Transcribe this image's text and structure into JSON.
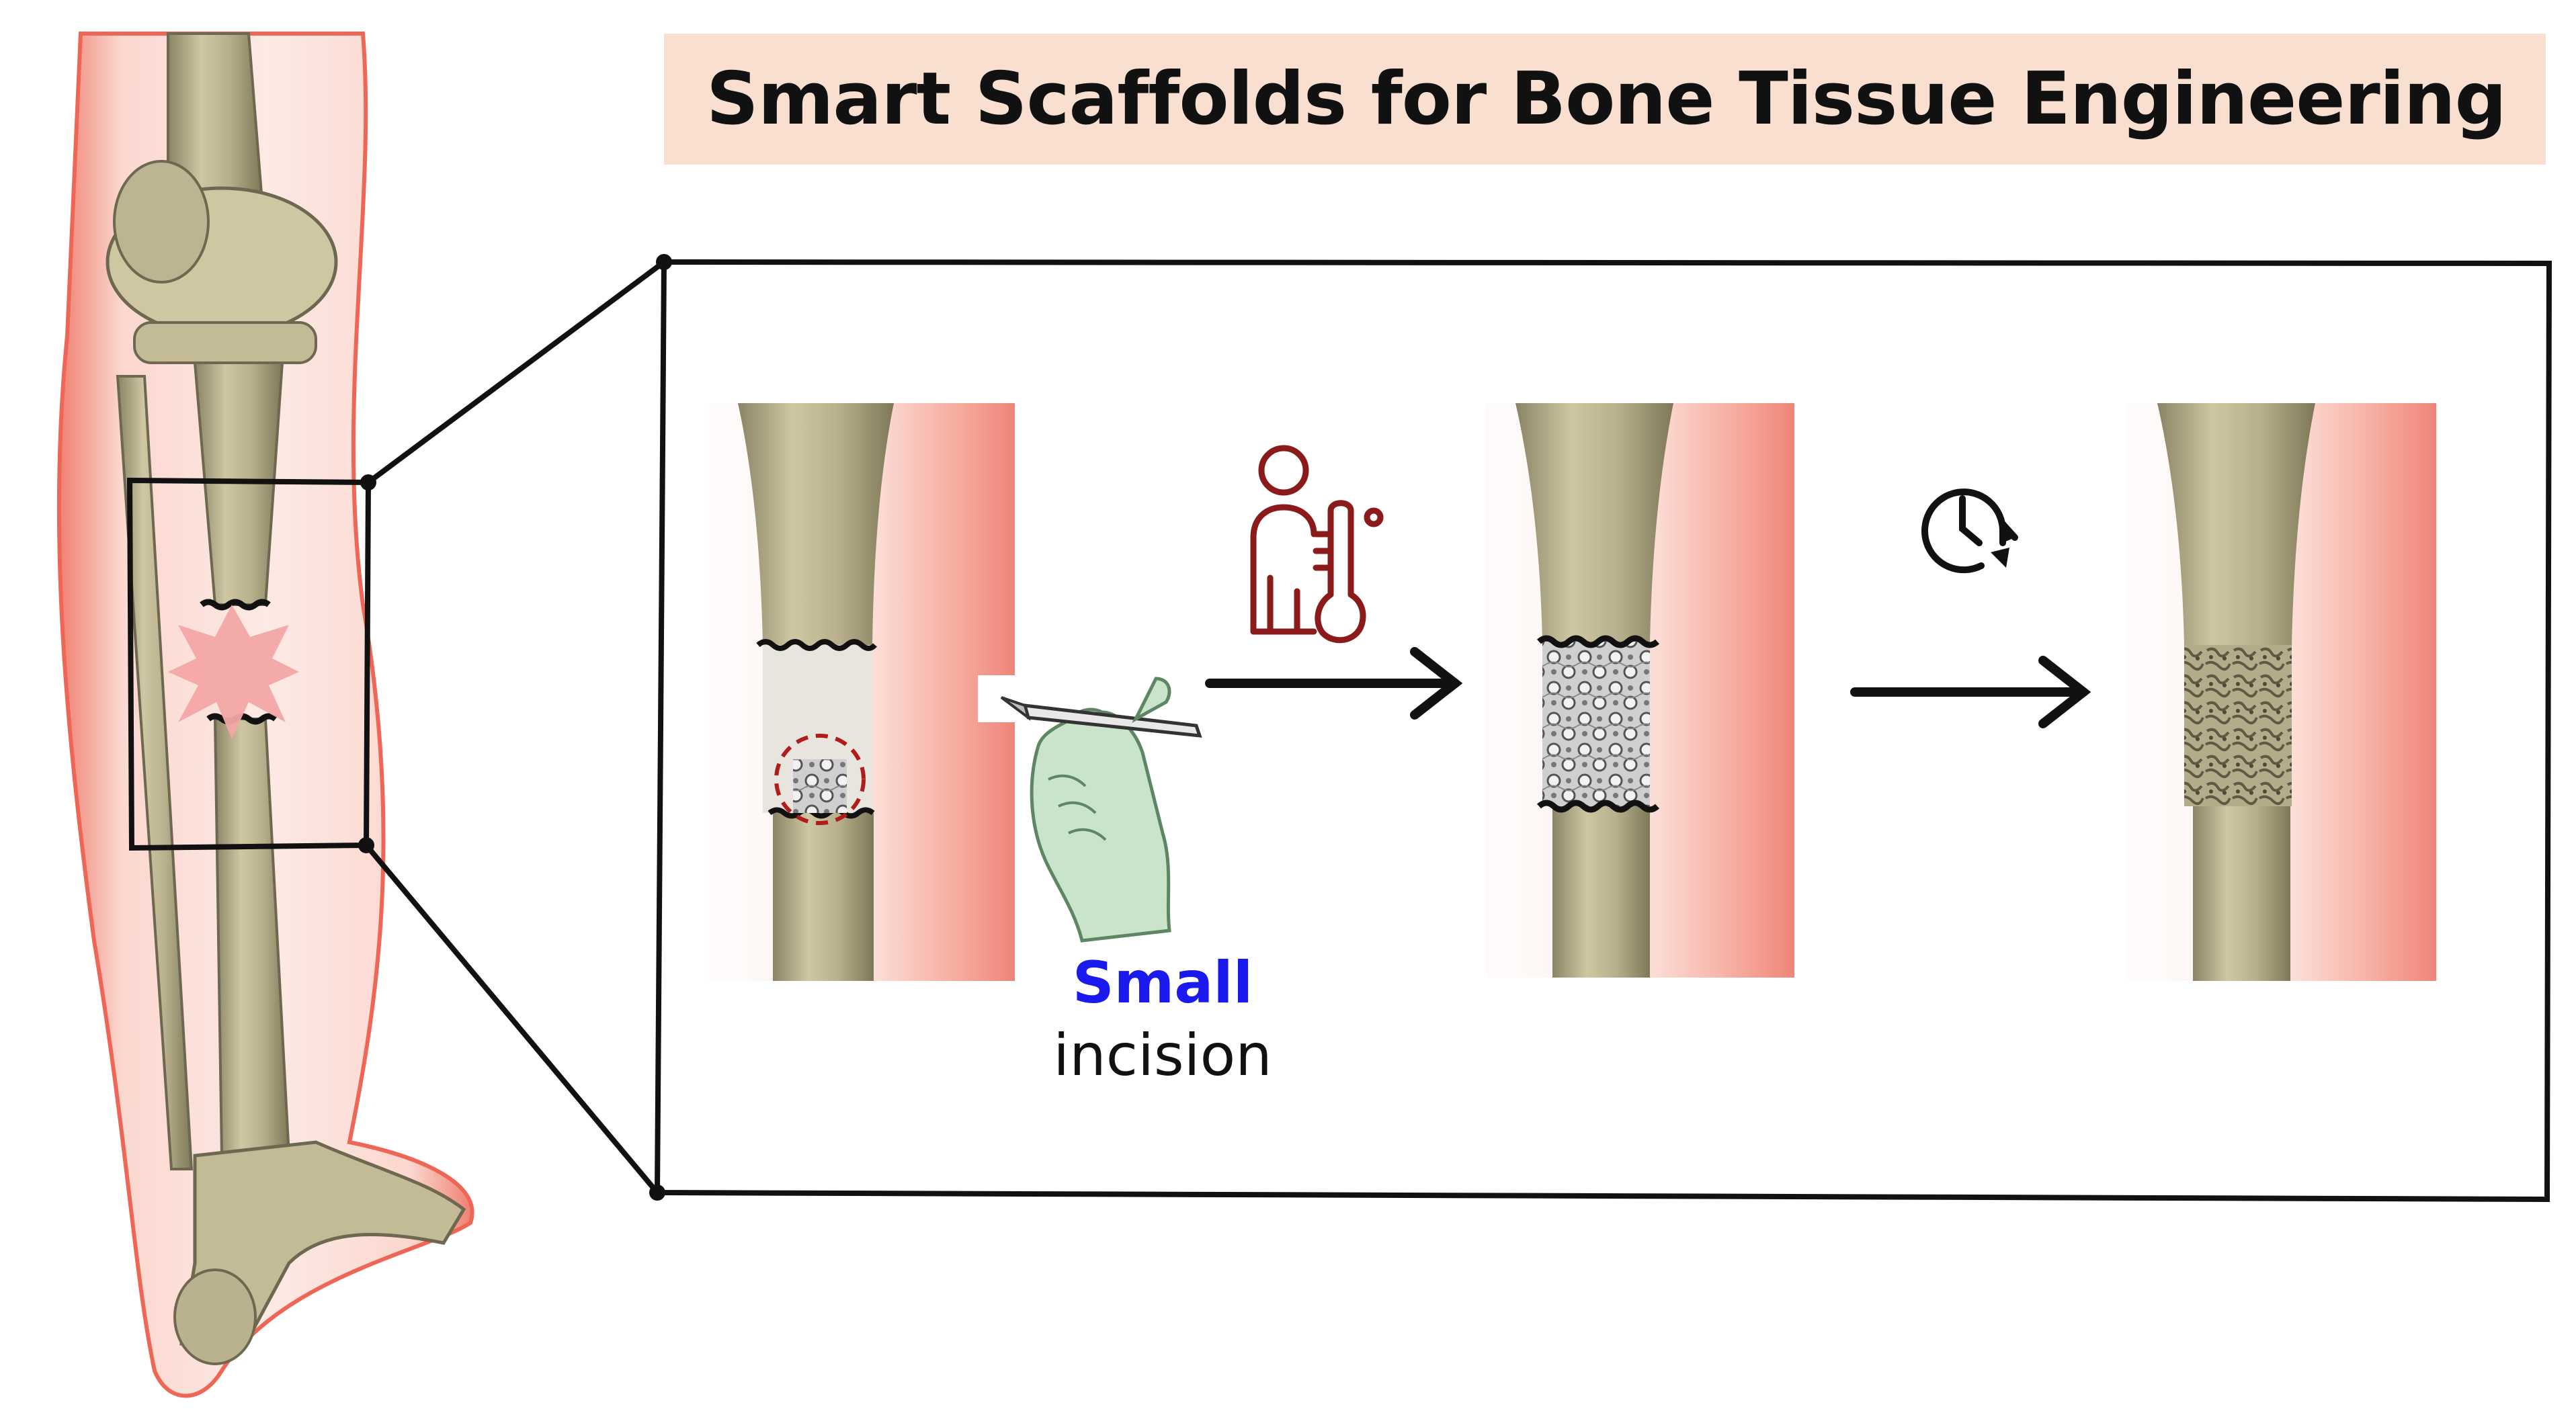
{
  "title": "Smart Scaffolds for Bone Tissue Engineering",
  "incision_label": {
    "emphasis": "Small",
    "text": "incision"
  },
  "icons": {
    "patient": "patient-thermometer-icon",
    "time": "clock-refresh-icon",
    "surgeon": "gloved-hand-scalpel-icon"
  },
  "colors": {
    "title_banner": "#f9dfd0",
    "skin_glow": "#f07060",
    "bone": "#c8bf9a",
    "defect_burst": "#f4a6a6",
    "patient_icon": "#8b1a1a",
    "glove": "#c9e4cb",
    "emphasis_text": "#1a1aee"
  },
  "stages": [
    "bone-defect-with-scaffold-implant",
    "scaffold-filled-defect",
    "regenerated-bone"
  ]
}
